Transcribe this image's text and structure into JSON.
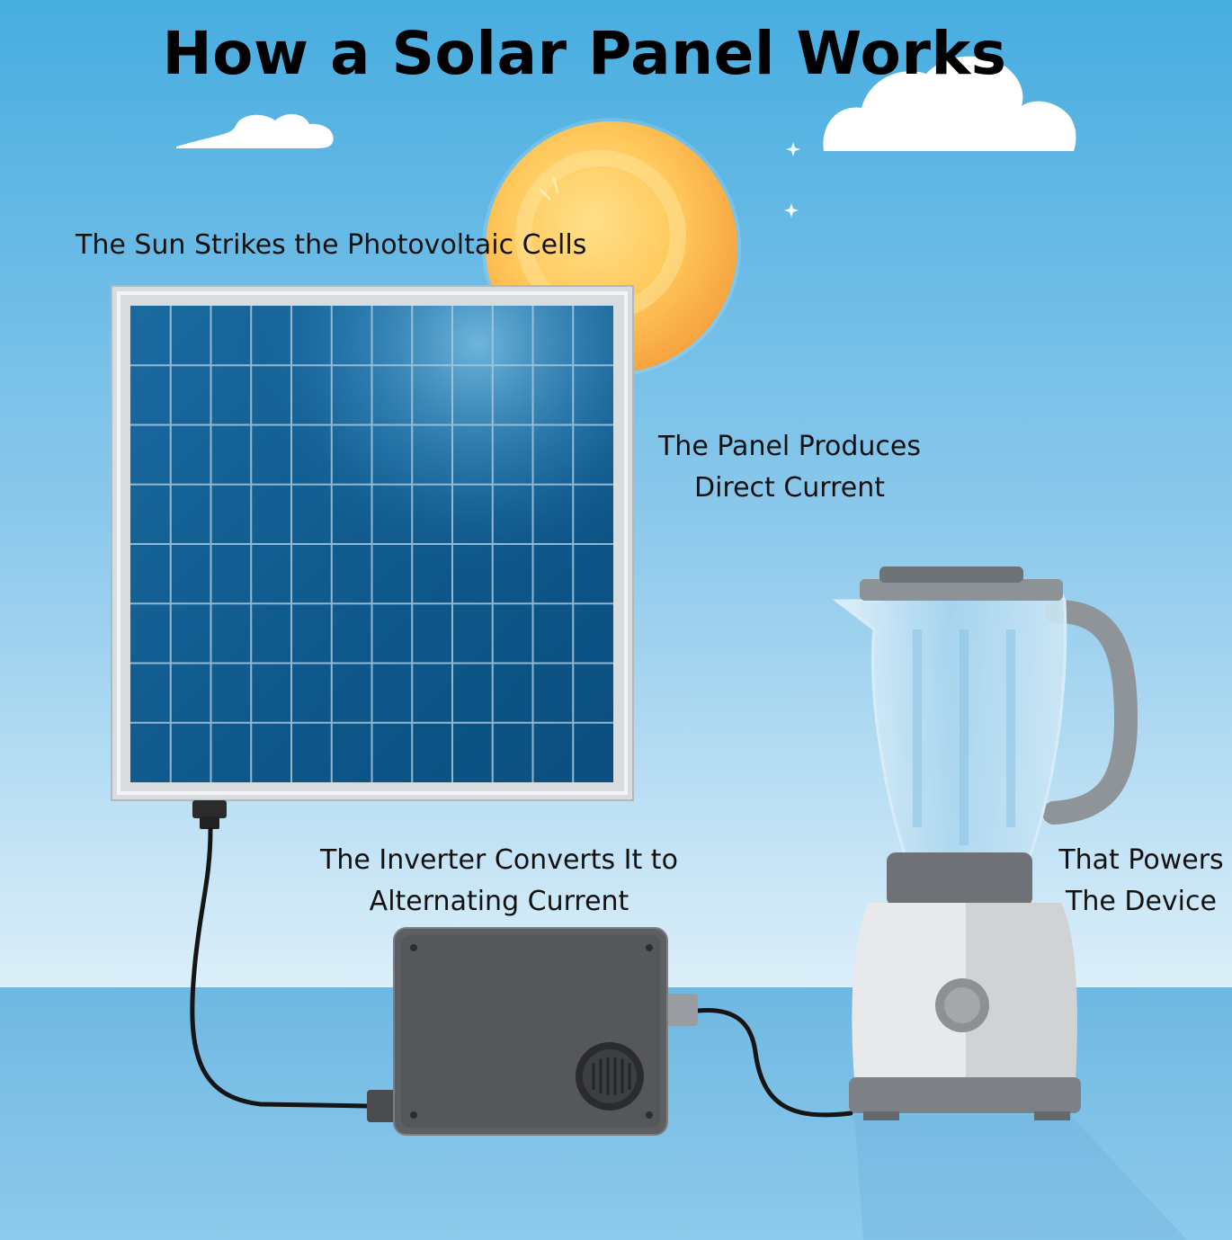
{
  "title": "How a Solar Panel Works",
  "steps": {
    "sun": "The Sun Strikes the Photovoltaic Cells",
    "panel_line1": "The Panel Produces",
    "panel_line2": "Direct Current",
    "inverter_line1": "The Inverter Converts It to",
    "inverter_line2": "Alternating Current",
    "device_line1": "That Powers",
    "device_line2": "The Device"
  },
  "colors": {
    "sky_top": "#4aaee0",
    "sky_horizon": "#d9eef9",
    "ground": "#7fc0e6",
    "sun_outer": "#fbb24c",
    "sun_inner": "#ffd66a",
    "panel_cell": "#0f5e93",
    "panel_frame": "#d9dde0",
    "inverter_body": "#5a5c5f",
    "cable": "#151515",
    "blender_base": "#e6e7e8",
    "blender_jar": "#bfe0f3"
  },
  "icons": [
    "sun-icon",
    "cloud-icon",
    "solar-panel-icon",
    "inverter-icon",
    "blender-icon",
    "power-cable-icon",
    "sparkle-icon"
  ]
}
